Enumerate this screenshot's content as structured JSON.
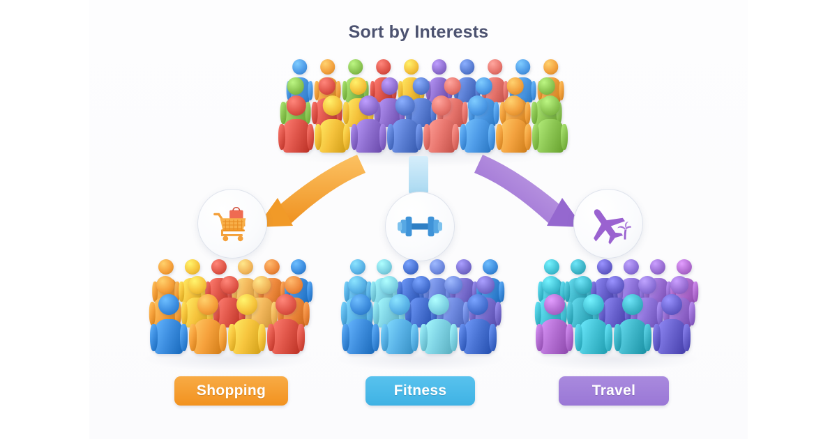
{
  "page": {
    "title": "Sort by Interests",
    "background": "#ffffff",
    "title_color": "#4c5270"
  },
  "source_group": {
    "name": "all-users-crowd",
    "description": "Mixed multicolored crowd of people",
    "count": 28,
    "colors": [
      "#4f9ce8",
      "#f3a23f",
      "#8cc653",
      "#e0564b",
      "#f5c23c",
      "#8f6fd0",
      "#5b7fd4",
      "#e8766e"
    ]
  },
  "flows": [
    {
      "id": "flow-shopping",
      "label": "shopping-arrow",
      "color": "#f2a03c",
      "direction": "down-left"
    },
    {
      "id": "flow-fitness",
      "label": "fitness-arrow",
      "color": "#b9dff2",
      "direction": "down"
    },
    {
      "id": "flow-travel",
      "label": "travel-arrow",
      "color": "#a17ed8",
      "direction": "down-right"
    }
  ],
  "categories": [
    {
      "id": "shopping",
      "label": "Shopping",
      "icon": "shopping-cart-icon",
      "badge_color": "#f2921f",
      "badge_text_color": "#ffffff",
      "crowd_palette": [
        "#f6a13c",
        "#f7c53e",
        "#e1574a",
        "#f3b85c",
        "#ef8a3e",
        "#3d8ee0"
      ],
      "crowd_count": 14
    },
    {
      "id": "fitness",
      "label": "Fitness",
      "icon": "dumbbell-icon",
      "badge_color": "#3fb2e4",
      "badge_text_color": "#ffffff",
      "crowd_palette": [
        "#3f8ede",
        "#5bb4e8",
        "#7fd3e4",
        "#4a74d4",
        "#6f8ae0",
        "#7a6fd0"
      ],
      "crowd_count": 14
    },
    {
      "id": "travel",
      "label": "Travel",
      "icon": "airplane-icon",
      "badge_color": "#9a77d6",
      "badge_text_color": "#ffffff",
      "crowd_palette": [
        "#9a6fd4",
        "#b36ed2",
        "#45c3d6",
        "#3fb6c9",
        "#6a63cf",
        "#8f74db"
      ],
      "crowd_count": 14
    }
  ]
}
